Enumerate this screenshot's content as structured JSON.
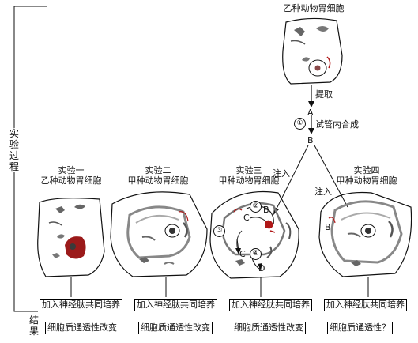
{
  "top_cell_label": "乙种动物胃细胞",
  "side_process_label": "实验过程",
  "side_result_label": "结果",
  "flow": {
    "extract": "提取",
    "A": "A",
    "step1": "①",
    "synthesis": "试管内合成",
    "B": "B",
    "inject_left": "注入",
    "inject_right": "注入"
  },
  "experiments": [
    {
      "title": "实验一",
      "subtitle": "乙种动物胃细胞",
      "treatment": "加入神经肽共同培养",
      "result": "细胞质通透性改变"
    },
    {
      "title": "实验二",
      "subtitle": "甲种动物胃细胞",
      "treatment": "加入神经肽共同培养",
      "result": "细胞质通透性改变"
    },
    {
      "title": "实验三",
      "subtitle": "甲种动物胃细胞",
      "treatment": "加入神经肽共同培养",
      "result": "细胞质通透性改变"
    },
    {
      "title": "实验四",
      "subtitle": "甲种动物胃细胞",
      "treatment": "加入神经肽共同培养",
      "result": "细胞质通透性？"
    }
  ],
  "exp3_marks": {
    "step2": "②",
    "step3": "③",
    "step4": "④",
    "B": "B",
    "C_upper": "C",
    "C_lower": "C",
    "D": "D"
  },
  "exp4_mark_B": "B",
  "colors": {
    "line": "#111111",
    "organelle": "#555555",
    "red_stain": "#b01818"
  }
}
